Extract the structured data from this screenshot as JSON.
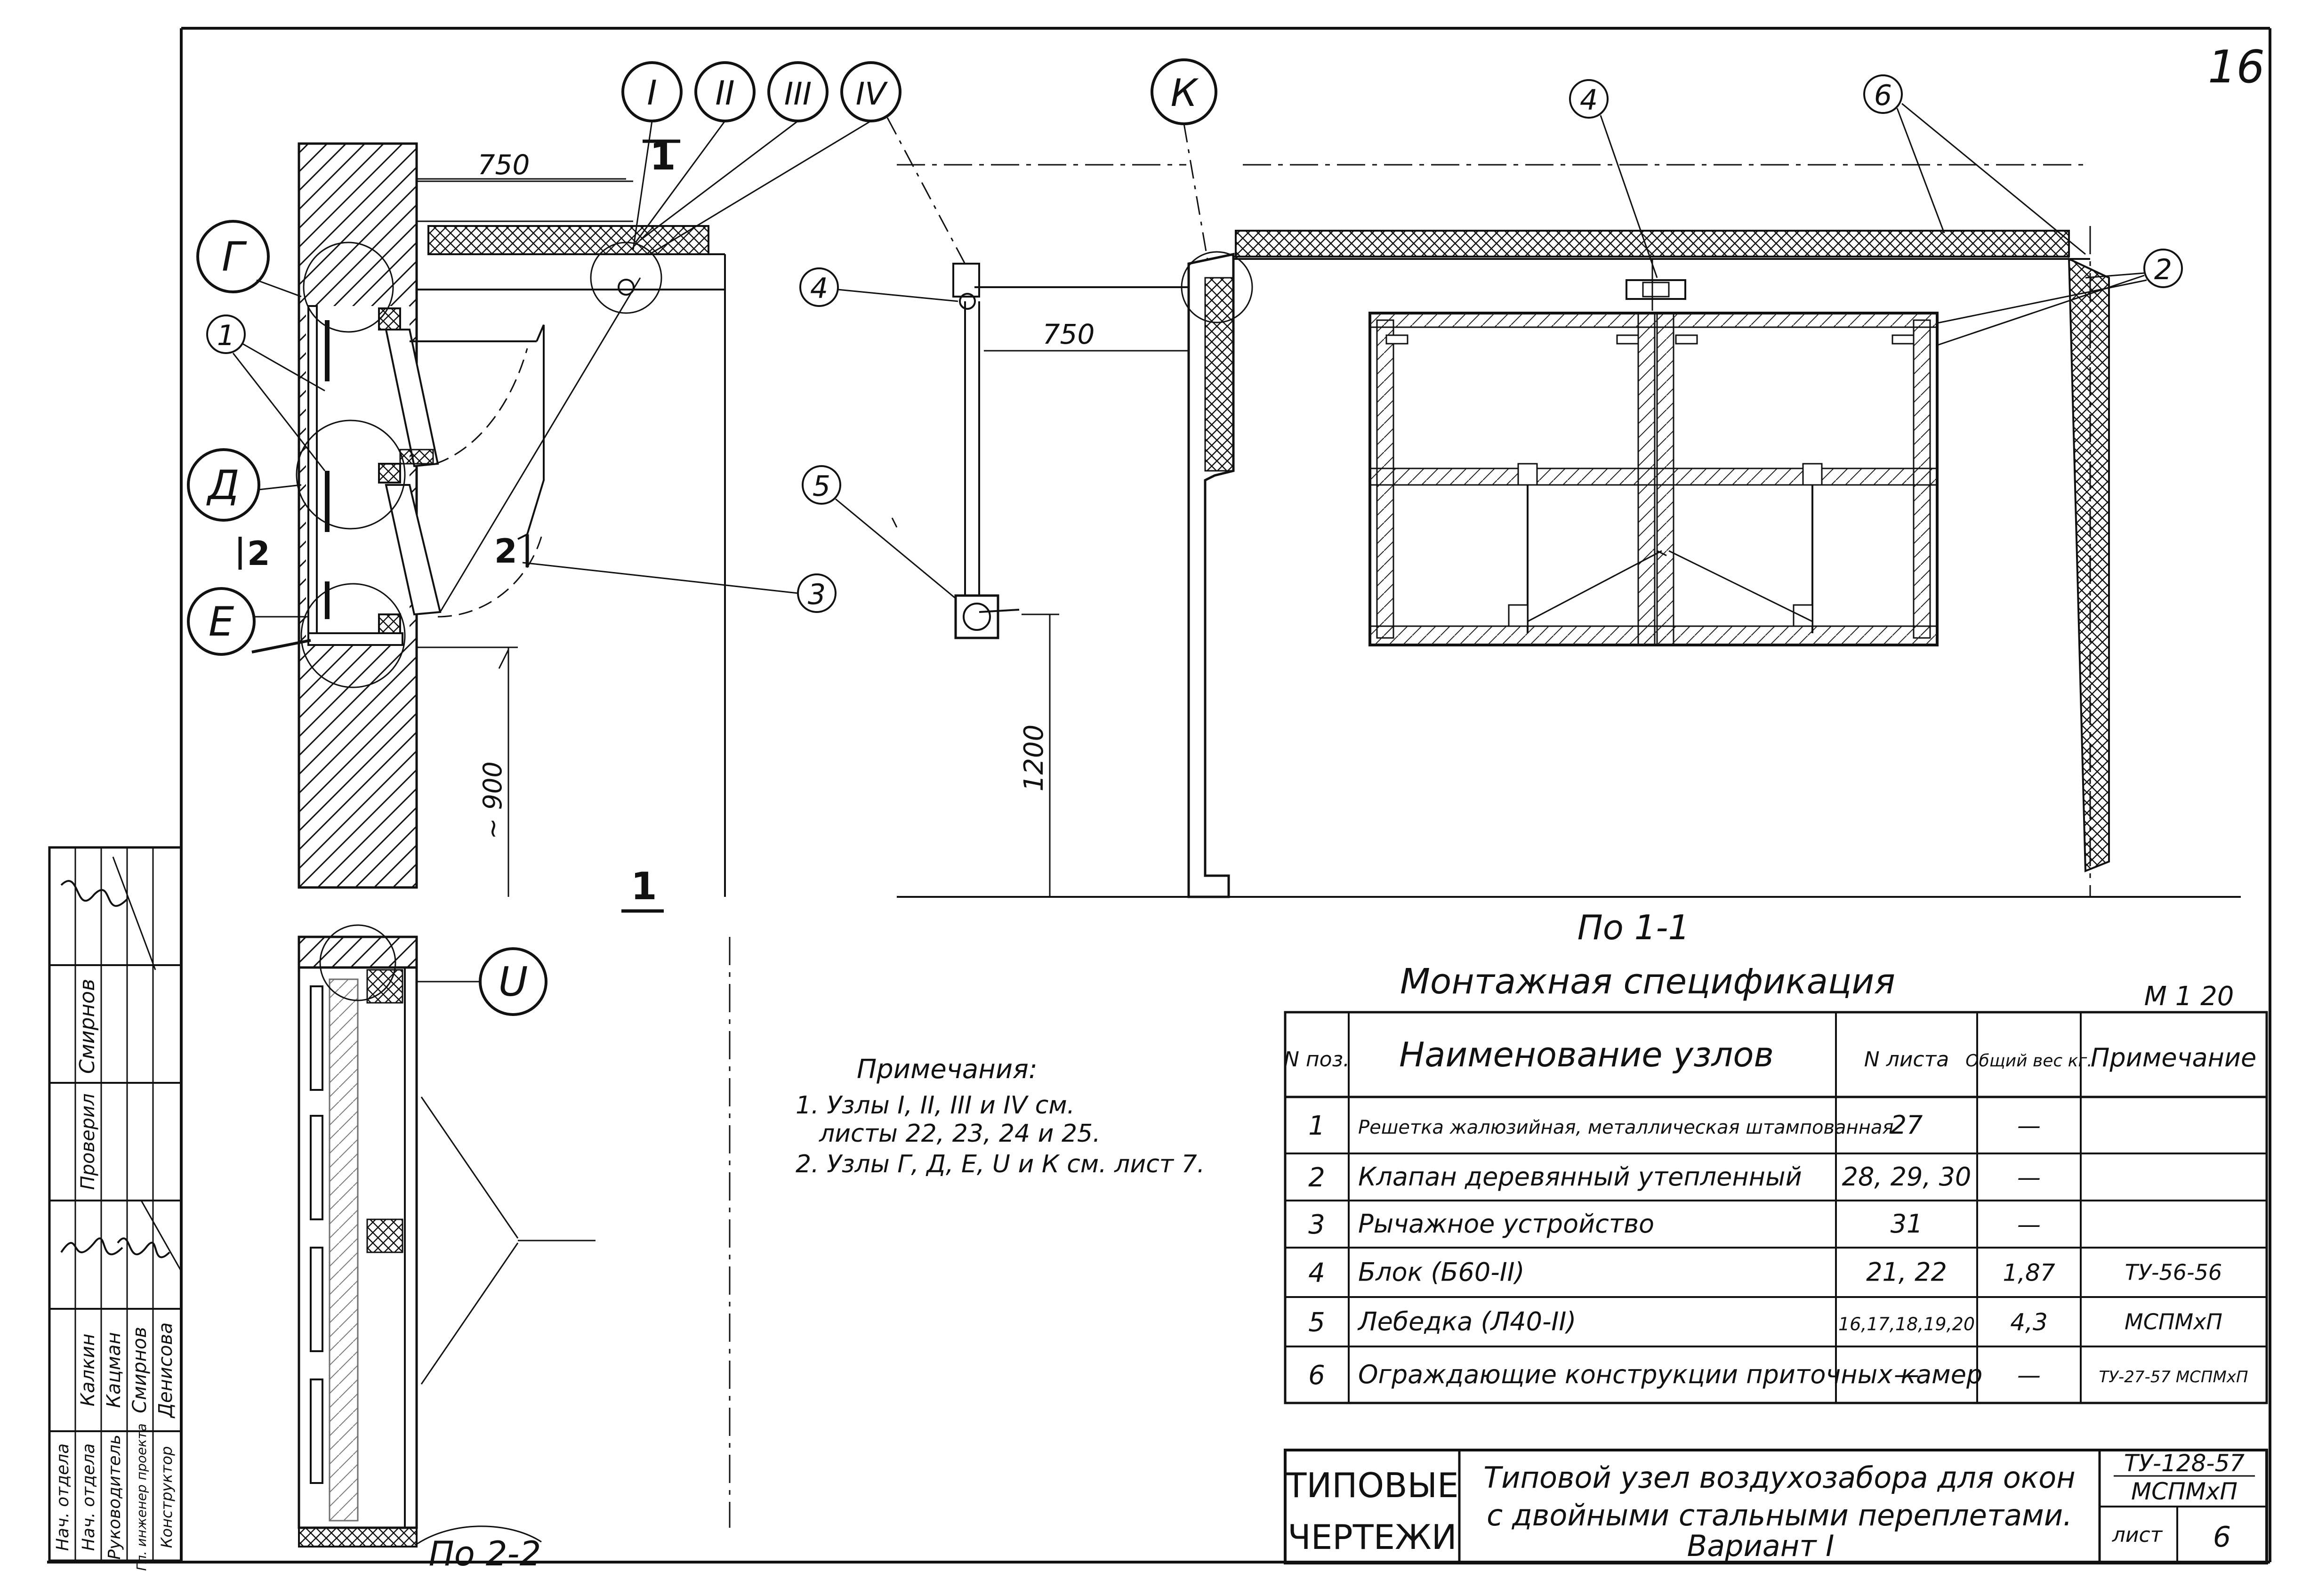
{
  "sheet_number_corner": "16",
  "node_markers": {
    "I": "I",
    "II": "II",
    "III": "III",
    "IV": "IV",
    "K": "К",
    "G": "Г",
    "D": "Д",
    "E": "Е",
    "U": "U"
  },
  "position_markers": [
    "1",
    "2",
    "3",
    "4",
    "5",
    "6"
  ],
  "section_marks": {
    "sec1": "1",
    "sec2": "2"
  },
  "dimensions": {
    "d750a": "750",
    "d750b": "750",
    "d900": "~ 900",
    "d1200": "1200"
  },
  "view_labels": {
    "section_1_1": "По 1-1",
    "section_2_2": "По 2-2"
  },
  "notes": {
    "title": "Примечания:",
    "line1": "1. Узлы I, II, III и IV см.",
    "line2": "листы 22, 23, 24 и 25.",
    "line3": "2. Узлы Г, Д, Е, U и К см. лист 7."
  },
  "spec": {
    "title": "Монтажная спецификация",
    "scale": "М 1 20",
    "headers": {
      "pos": "N поз.",
      "name": "Наименование узлов",
      "sheet": "N листа",
      "weight": "Общий вес кг.",
      "note": "Примечание"
    },
    "rows": [
      {
        "pos": "1",
        "name": "Решетка жалюзийная, металлическая штампованная",
        "sheet": "27",
        "weight": "—",
        "note": ""
      },
      {
        "pos": "2",
        "name": "Клапан деревянный утепленный",
        "sheet": "28, 29, 30",
        "weight": "—",
        "note": ""
      },
      {
        "pos": "3",
        "name": "Рычажное устройство",
        "sheet": "31",
        "weight": "—",
        "note": ""
      },
      {
        "pos": "4",
        "name": "Блок (Б60-II)",
        "sheet": "21, 22",
        "weight": "1,87",
        "note": "ТУ-56-56"
      },
      {
        "pos": "5",
        "name": "Лебедка (Л40-II)",
        "sheet": "16,17,18,19,20",
        "weight": "4,3",
        "note": "МСПМхП"
      },
      {
        "pos": "6",
        "name": "Ограждающие конструкции приточных камер",
        "sheet": "—",
        "weight": "—",
        "note": "ТУ-27-57 МСПМхП"
      }
    ]
  },
  "title_block": {
    "series_line1": "ТИПОВЫЕ",
    "series_line2": "ЧЕРТЕЖИ",
    "title_line1": "Типовой узел воздухозабора для окон",
    "title_line2": "с двойными стальными переплетами.",
    "title_line3": "Вариант I",
    "code_line1": "ТУ-128-57",
    "code_line2": "МСПМхП",
    "sheet_label": "лист",
    "sheet_number": "6"
  },
  "stamp": {
    "roles": [
      "Нач. отдела",
      "Нач. отдела",
      "Руководитель",
      "Гл. инженер проекта",
      "Конструктор"
    ],
    "names": [
      "Смирнов",
      "Калкин",
      "Кацман",
      "Смирнов",
      "Денисова"
    ],
    "checked_label": "Проверил"
  }
}
